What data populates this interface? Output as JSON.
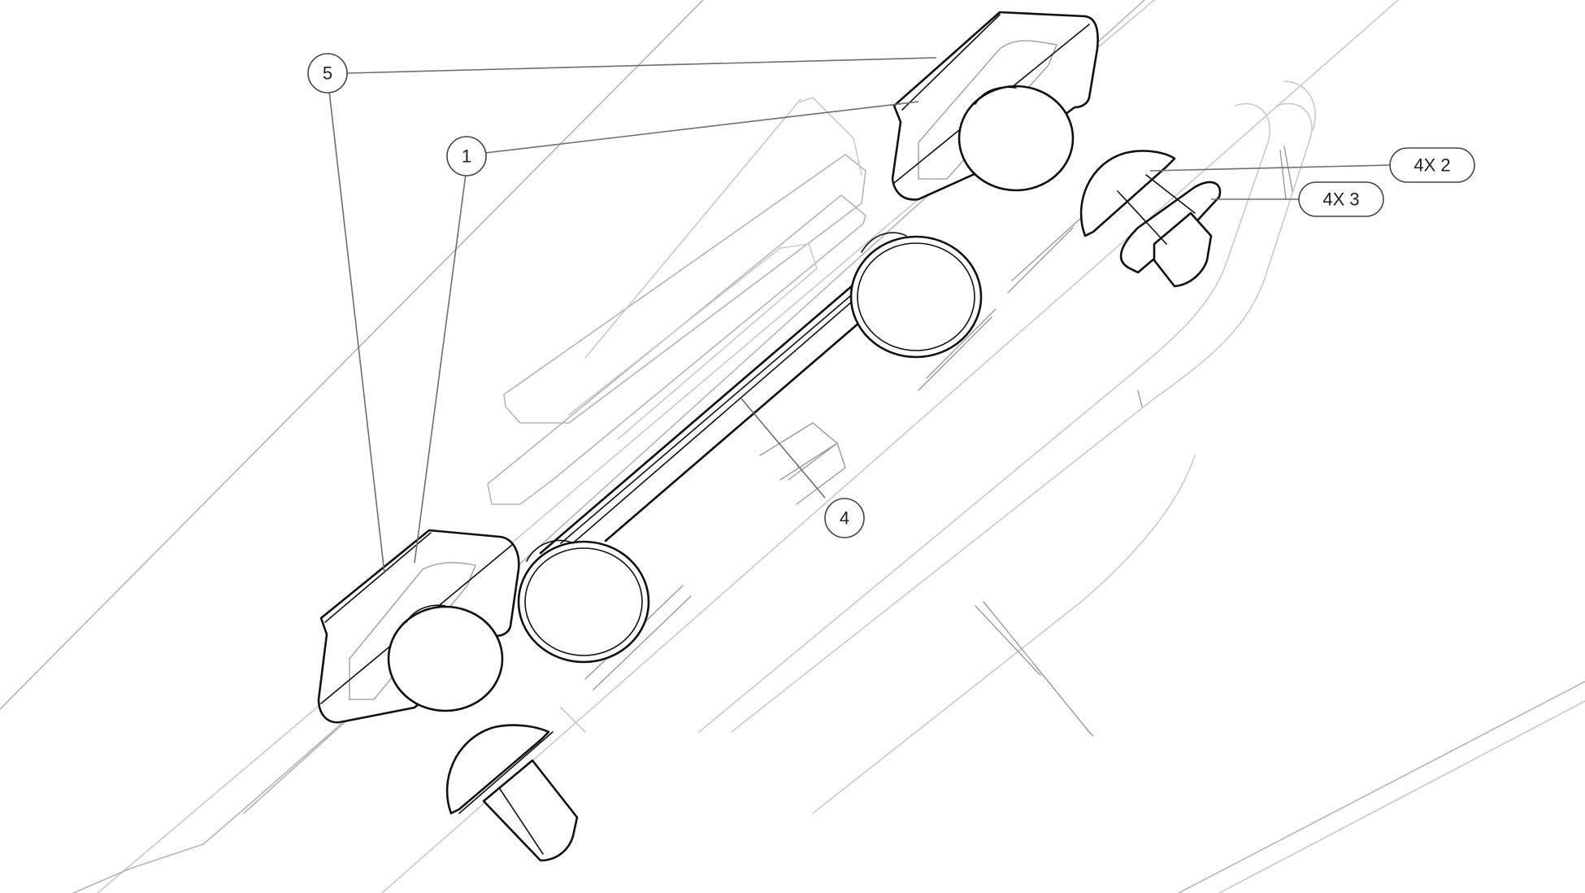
{
  "callouts": {
    "c5": {
      "label": "5"
    },
    "c1": {
      "label": "1"
    },
    "c4": {
      "label": "4"
    },
    "c2": {
      "label": "4X 2"
    },
    "c3": {
      "label": "4X 3"
    }
  }
}
